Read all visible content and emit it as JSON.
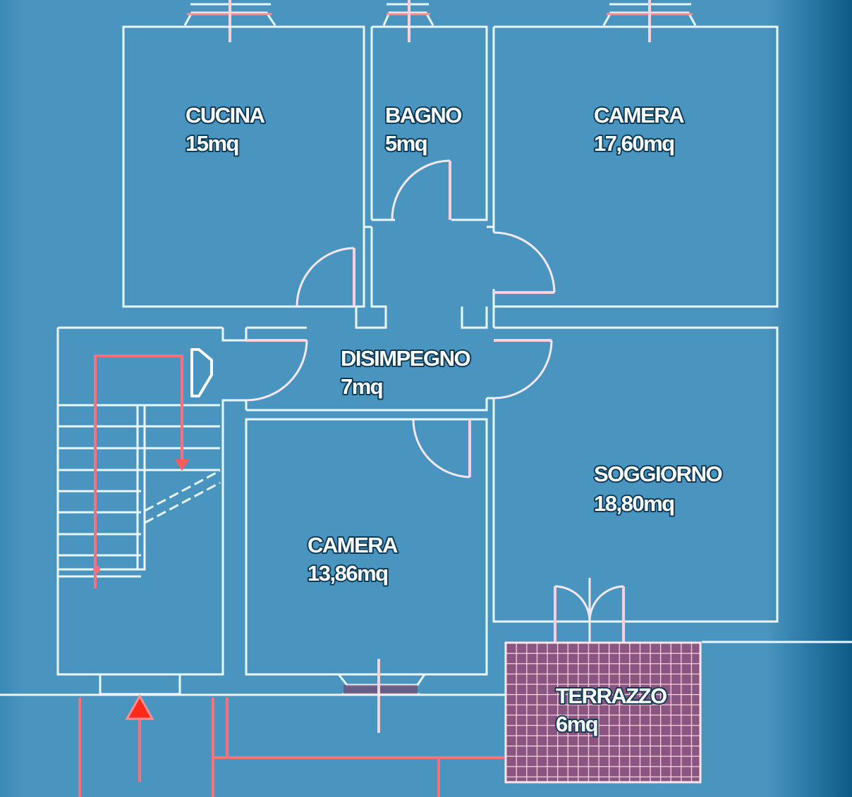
{
  "plan": {
    "title": "Floor plan",
    "colors": {
      "background": "#4a95bf",
      "walls": "#eaf6ff",
      "stair_path": "#ff6f78",
      "doors": "#ffd0dc",
      "terrace_fill": "#9b4d7a"
    },
    "rooms": [
      {
        "id": "cucina",
        "name": "CUCINA",
        "area": "15mq"
      },
      {
        "id": "bagno",
        "name": "BAGNO",
        "area": "5mq"
      },
      {
        "id": "camera1",
        "name": "CAMERA",
        "area": "17,60mq"
      },
      {
        "id": "disimpegno",
        "name": "DISIMPEGNO",
        "area": "7mq"
      },
      {
        "id": "soggiorno",
        "name": "SOGGIORNO",
        "area": "18,80mq"
      },
      {
        "id": "camera2",
        "name": "CAMERA",
        "area": "13,86mq"
      },
      {
        "id": "terrazzo",
        "name": "TERRAZZO",
        "area": "6mq"
      }
    ],
    "icons": {
      "entrance_arrow": "arrow-right-outline",
      "stair_up_arrow": "arrow-up-red",
      "stair_down_arrow": "arrow-down-red"
    }
  }
}
